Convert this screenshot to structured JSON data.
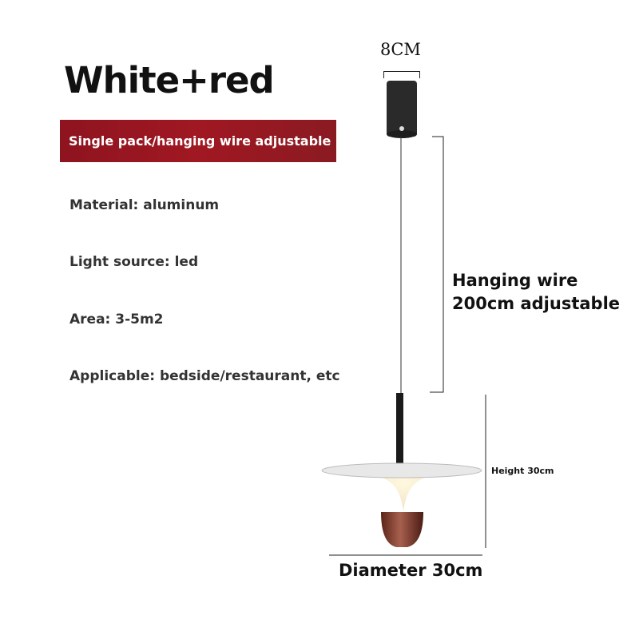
{
  "title": "White+red",
  "banner": "Single pack/hanging wire adjustable",
  "specs": [
    "Material: aluminum",
    "Light source: led",
    "Area: 3-5m2",
    "Applicable: bedside/restaurant, etc"
  ],
  "dims": {
    "canopy": "8CM",
    "wire_line1": "Hanging wire",
    "wire_line2": "200cm adjustable",
    "height": "Height 30cm",
    "diameter": "Diameter 30cm"
  },
  "colors": {
    "banner": "#9a1820",
    "cup": "#7a3a30"
  }
}
